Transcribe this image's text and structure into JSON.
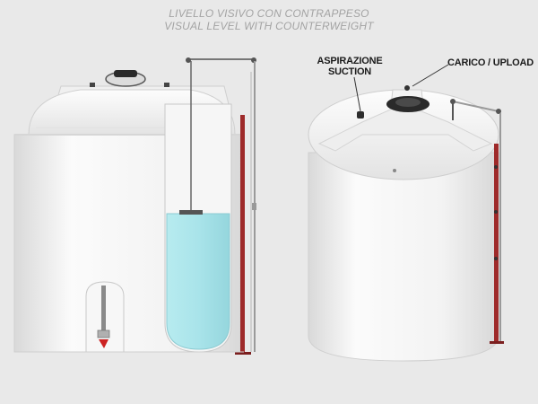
{
  "title": {
    "line1": "LIVELLO VISIVO CON CONTRAPPESO",
    "line2": "VISUAL LEVEL WITH COUNTERWEIGHT"
  },
  "labels": {
    "suction_it": "ASPIRAZIONE",
    "suction_en": "SUCTION",
    "upload": "CARICO / UPLOAD"
  },
  "colors": {
    "background": "#e9e9e9",
    "tank_body": "#f2f2f2",
    "tank_outline": "#cfcfcf",
    "liquid": "#a9e4ea",
    "level_rod": "#9e2a2a",
    "indicator_red": "#cc2222",
    "title_text": "#a3a3a3",
    "label_text": "#1b1b1b"
  }
}
